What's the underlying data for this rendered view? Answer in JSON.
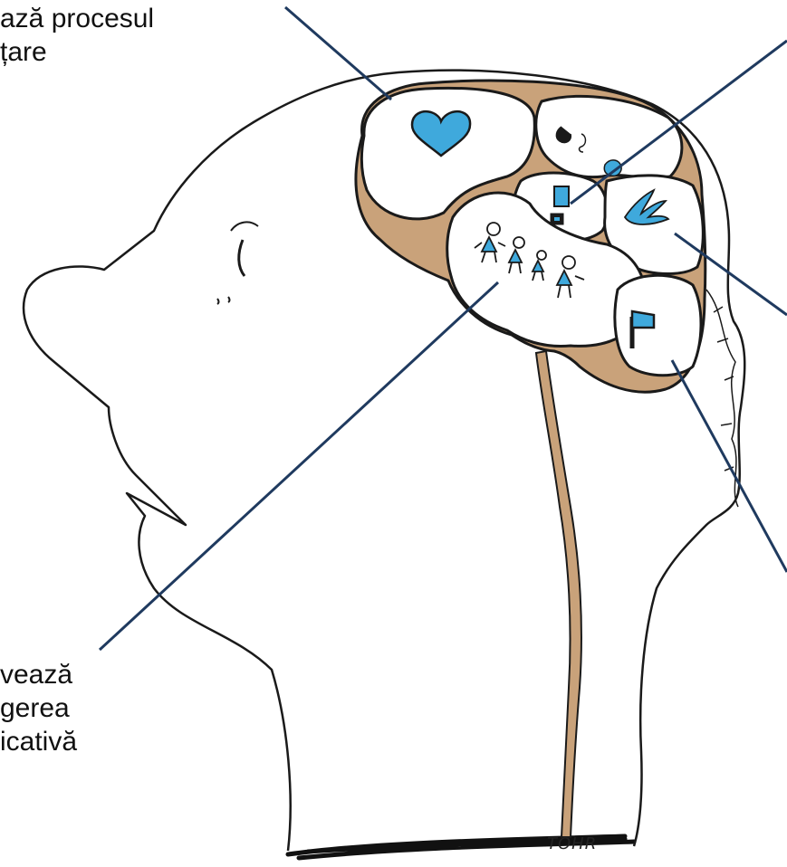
{
  "labels": {
    "top_left": [
      "ază procesul",
      "țare"
    ],
    "bottom_left": [
      "vează",
      "gerea",
      "icativă"
    ]
  },
  "signature": "TOHR",
  "colors": {
    "ink": "#1a1a1a",
    "leader_line": "#1f3a5f",
    "brain_fill": "#c9a27a",
    "icon_blue": "#3fa9dc",
    "paper": "#ffffff"
  },
  "icons": [
    "heart-icon",
    "ear-icon",
    "book-icon",
    "hand-icon",
    "people-family-icon",
    "flag-icon"
  ]
}
